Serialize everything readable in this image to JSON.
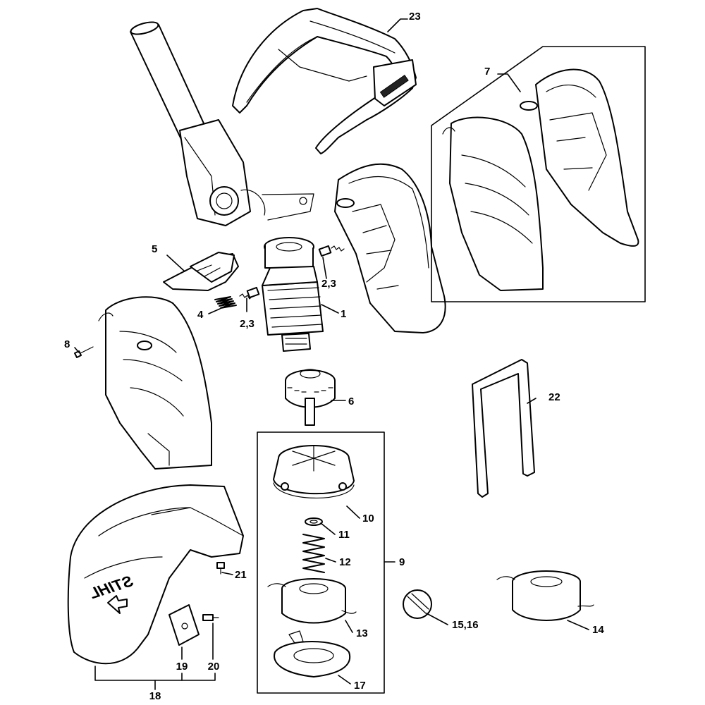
{
  "diagram": {
    "brand_logo": "STIHL",
    "callouts": {
      "c1": "1",
      "c23_left": "2,3",
      "c23_right": "2,3",
      "c4": "4",
      "c5": "5",
      "c6": "6",
      "c7": "7",
      "c8": "8",
      "c9": "9",
      "c10": "10",
      "c11": "11",
      "c12": "12",
      "c13": "13",
      "c14": "14",
      "c1516": "15,16",
      "c17": "17",
      "c18": "18",
      "c19": "19",
      "c20": "20",
      "c21": "21",
      "c22": "22",
      "c23": "23"
    },
    "parts": [
      {
        "name": "motor-armature",
        "callout": "1"
      },
      {
        "name": "carbon-brush",
        "callout": "2,3"
      },
      {
        "name": "compression-spring",
        "callout": "4"
      },
      {
        "name": "switch-lever",
        "callout": "5"
      },
      {
        "name": "gear-drive",
        "callout": "6"
      },
      {
        "name": "motor-housing-set",
        "callout": "7"
      },
      {
        "name": "housing-screw",
        "callout": "8"
      },
      {
        "name": "mowing-head",
        "callout": "9"
      },
      {
        "name": "head-housing",
        "callout": "10"
      },
      {
        "name": "washer",
        "callout": "11"
      },
      {
        "name": "spring",
        "callout": "12"
      },
      {
        "name": "spool",
        "callout": "13"
      },
      {
        "name": "spool-replacement",
        "callout": "14"
      },
      {
        "name": "line-set",
        "callout": "15,16"
      },
      {
        "name": "cover",
        "callout": "17"
      },
      {
        "name": "deflector-set",
        "callout": "18"
      },
      {
        "name": "blade",
        "callout": "19"
      },
      {
        "name": "blade-screw",
        "callout": "20"
      },
      {
        "name": "deflector-screw",
        "callout": "21"
      },
      {
        "name": "spacer-bar",
        "callout": "22"
      },
      {
        "name": "loop-handle",
        "callout": "23"
      }
    ]
  }
}
